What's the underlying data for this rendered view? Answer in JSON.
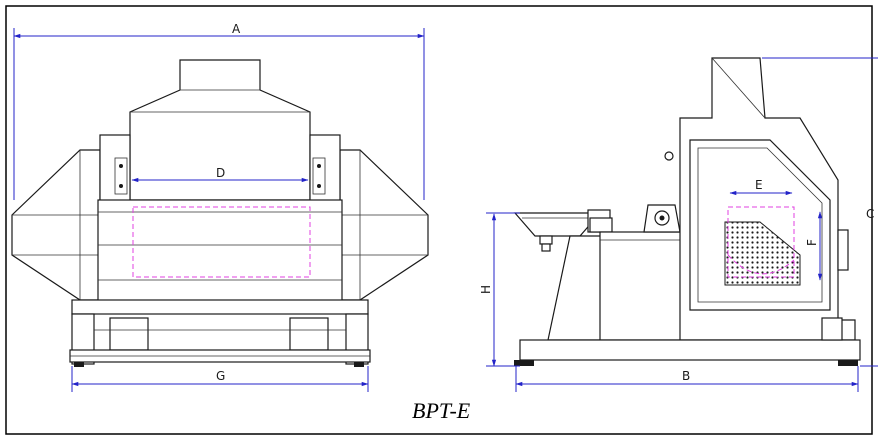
{
  "diagram": {
    "model_label": "BPT-E",
    "dimensions": {
      "A": "A",
      "B": "B",
      "C": "C",
      "D": "D",
      "E": "E",
      "F": "F",
      "G": "G",
      "H": "H"
    },
    "colors": {
      "dimension_lines": "#2323c8",
      "hidden_outline": "#e040e0",
      "linework": "#1a1a1a"
    }
  }
}
